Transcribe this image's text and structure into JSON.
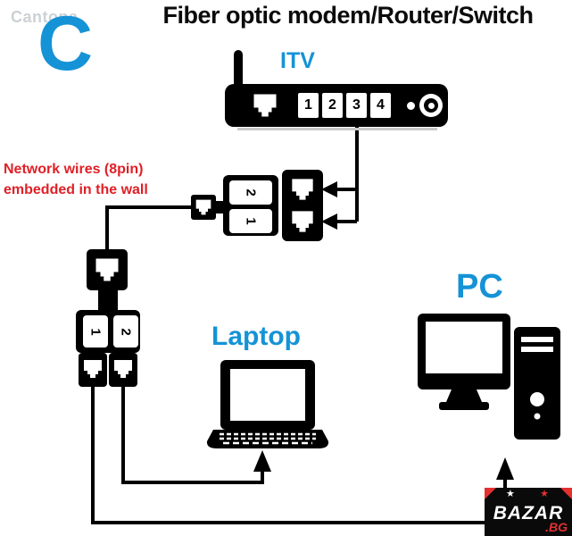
{
  "watermark": "Cantona",
  "variant_letter": "C",
  "title": "Fiber optic modem/Router/Switch",
  "router": {
    "label": "ITV",
    "ports": [
      "1",
      "2",
      "3",
      "4"
    ]
  },
  "note": {
    "line1": "Network wires (8pin)",
    "line2": "embedded in the wall"
  },
  "upper_splitter": {
    "ports": [
      "2",
      "1"
    ]
  },
  "lower_splitter": {
    "ports": [
      "1",
      "2"
    ]
  },
  "devices": {
    "laptop_label": "Laptop",
    "pc_label": "PC"
  },
  "logo": {
    "main": "BAZAR",
    "suffix": ".BG",
    "star": "★"
  },
  "colors": {
    "accent_blue": "#1593d6",
    "note_red": "#e01f26",
    "logo_red": "#e53030",
    "ink": "#000000"
  }
}
